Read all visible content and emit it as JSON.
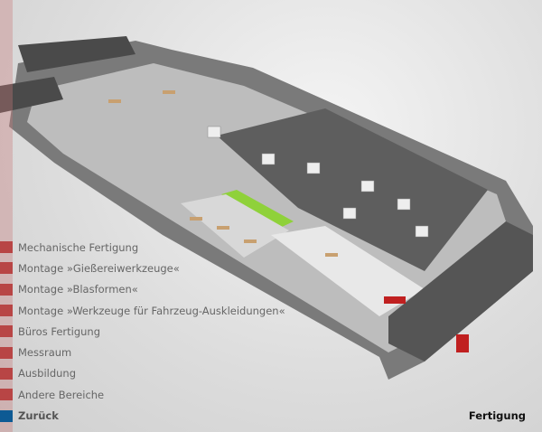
{
  "menu": {
    "items": [
      {
        "label": "Mechanische Fertigung"
      },
      {
        "label": "Montage »Gießereiwerkzeuge«"
      },
      {
        "label": "Montage »Blasformen«"
      },
      {
        "label": "Montage »Werkzeuge für Fahrzeug-Auskleidungen«"
      },
      {
        "label": "Büros Fertigung"
      },
      {
        "label": "Messraum"
      },
      {
        "label": "Ausbildung"
      },
      {
        "label": "Andere Bereiche"
      }
    ],
    "back_label": "Zurück"
  },
  "page_title": "Fertigung",
  "colors": {
    "marker": "#b84545",
    "back_marker": "#0d5a94"
  }
}
